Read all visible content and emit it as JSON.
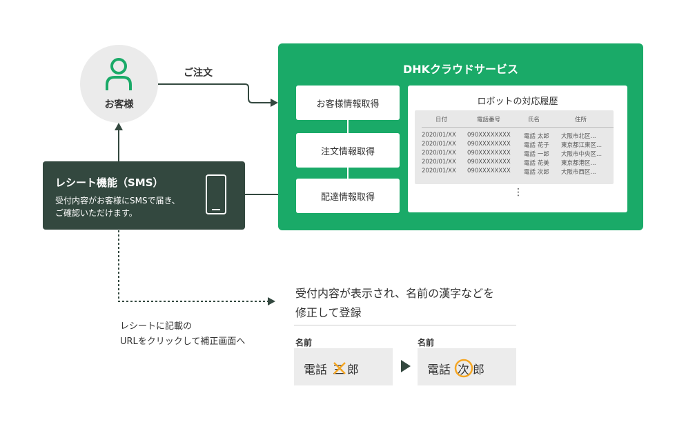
{
  "customer": {
    "label": "お客様",
    "icon": "person-icon"
  },
  "order": {
    "label": "ご注文"
  },
  "service": {
    "title": "DHKクラウドサービス",
    "steps": [
      "お客様情報取得",
      "注文情報取得",
      "配達情報取得"
    ],
    "history": {
      "title": "ロボットの対応履歴",
      "columns": [
        "日付",
        "電話番号",
        "氏名",
        "住所"
      ],
      "rows": [
        [
          "2020/01/XX",
          "090XXXXXXXX",
          "電話 太郎",
          "大阪市北区..."
        ],
        [
          "2020/01/XX",
          "090XXXXXXXX",
          "電話 花子",
          "東京都江東区..."
        ],
        [
          "2020/01/XX",
          "090XXXXXXXX",
          "電話 一郎",
          "大阪市中央区..."
        ],
        [
          "2020/01/XX",
          "090XXXXXXXX",
          "電話 花美",
          "東京都港区..."
        ],
        [
          "2020/01/XX",
          "090XXXXXXXX",
          "電話 次郎",
          "大阪市西区..."
        ]
      ],
      "ellipsis": "⋮"
    },
    "color": "#1aaa68"
  },
  "sms": {
    "title": "レシート機能（SMS）",
    "desc_line1": "受付内容がお客様にSMSで届き、",
    "desc_line2": "ご確認いただけます。",
    "icon": "smartphone-icon",
    "color": "#33483f"
  },
  "url_note": {
    "line1": "レシートに記載の",
    "line2": "URLをクリックして補正画面へ"
  },
  "edit": {
    "desc_line1": "受付内容が表示され、名前の漢字などを",
    "desc_line2": "修正して登録",
    "before": {
      "label": "名前",
      "prefix": "電話",
      "wrong": "三",
      "suffix": "郎"
    },
    "after": {
      "label": "名前",
      "prefix": "電話",
      "corrected": "次",
      "suffix": "郎"
    },
    "highlight_color": "#f5a623"
  }
}
